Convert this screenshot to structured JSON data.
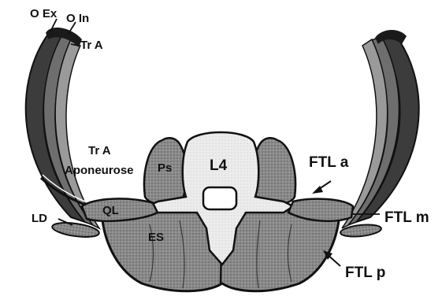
{
  "labels": {
    "o_ex": "O Ex",
    "o_in": "O In",
    "tr_a_top": "Tr A",
    "tr_a_aponeurosis_line1": "Tr A",
    "tr_a_aponeurosis_line2": "Aponeurose",
    "ld": "LD",
    "ql": "QL",
    "ps": "Ps",
    "l4": "L4",
    "es": "ES",
    "ftl_a": "FTL a",
    "ftl_m": "FTL m",
    "ftl_p": "FTL p"
  },
  "colors": {
    "ink": "#111111",
    "muscle": "#7f7f7f",
    "muscle_dark": "#3a3a3a",
    "bone": "#f2f2f2",
    "fascia": "#ffffff"
  }
}
